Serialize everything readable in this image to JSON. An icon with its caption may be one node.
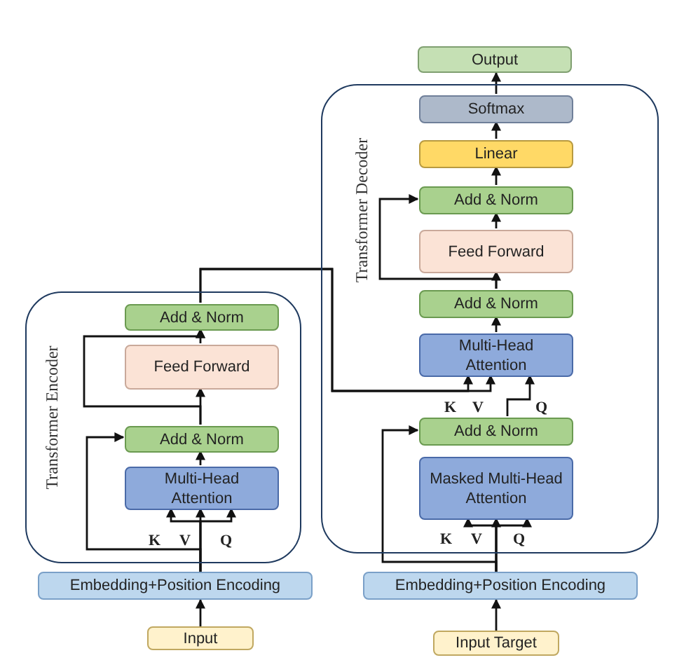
{
  "diagram": {
    "nodes": [
      {
        "text": [
          "Output"
        ]
      },
      {
        "text": [
          "Transformer Decoder"
        ]
      },
      {
        "text": [
          "Softmax"
        ],
        "in": 1
      },
      {
        "text": [
          "Linear"
        ],
        "in": 1
      },
      {
        "text": [
          "Add & Norm"
        ],
        "in": 1
      },
      {
        "text": [
          "Feed Forward"
        ],
        "in": 1
      },
      {
        "text": [
          "Add & Norm"
        ],
        "in": 1
      },
      {
        "text": [
          "Multi-Head Attention"
        ],
        "in": 1
      },
      {
        "text": [
          "Add & Norm"
        ],
        "in": 1
      },
      {
        "text": [
          "Masked Multi-Head Attention"
        ],
        "in": 1
      },
      {
        "text": [
          "Transformer Encoder"
        ]
      },
      {
        "text": [
          "Add & Norm"
        ],
        "in": 10
      },
      {
        "text": [
          "Feed Forward"
        ],
        "in": 10
      },
      {
        "text": [
          "Add & Norm"
        ],
        "in": 10
      },
      {
        "text": [
          "Multi-Head Attention"
        ],
        "in": 10
      },
      {
        "text": [
          "Embedding+Position Encoding"
        ]
      },
      {
        "text": [
          "Embedding+Position Encoding"
        ]
      },
      {
        "text": [
          "Input"
        ]
      },
      {
        "text": [
          "Input Target"
        ]
      }
    ],
    "edges": [
      {
        "from": 17,
        "to": 15,
        "arrow": "to"
      },
      {
        "from": 15,
        "to": 14,
        "arrow": "to"
      },
      {
        "from": 15,
        "to": 14,
        "arrow": "to"
      },
      {
        "from": 15,
        "to": 14,
        "arrow": "to"
      },
      {
        "from": 15,
        "to": 13,
        "arrow": "to"
      },
      {
        "from": 14,
        "to": 13,
        "arrow": "to"
      },
      {
        "from": 13,
        "to": 12,
        "arrow": "to"
      },
      {
        "from": 13,
        "to": 11,
        "arrow": "to"
      },
      {
        "from": 12,
        "to": 11,
        "arrow": "to"
      },
      {
        "from": 11,
        "to": 7,
        "arrow": "to"
      },
      {
        "from": 11,
        "to": 7,
        "arrow": "to"
      },
      {
        "from": 18,
        "to": 16,
        "arrow": "to"
      },
      {
        "from": 16,
        "to": 9,
        "arrow": "to"
      },
      {
        "from": 16,
        "to": 9,
        "arrow": "to"
      },
      {
        "from": 16,
        "to": 9,
        "arrow": "to"
      },
      {
        "from": 16,
        "to": 8,
        "arrow": "to"
      },
      {
        "from": 8,
        "to": 7,
        "arrow": "to"
      },
      {
        "from": 7,
        "to": 6,
        "arrow": "to"
      },
      {
        "from": 6,
        "to": 5,
        "arrow": "to"
      },
      {
        "from": 6,
        "to": 4,
        "arrow": "to"
      },
      {
        "from": 5,
        "to": 4,
        "arrow": "to"
      },
      {
        "from": 4,
        "to": 3,
        "arrow": "to"
      },
      {
        "from": 3,
        "to": 2,
        "arrow": "to"
      },
      {
        "from": 2,
        "to": 0,
        "arrow": "to"
      }
    ],
    "labels": [
      "K",
      "V",
      "Q",
      "K",
      "V",
      "Q",
      "K",
      "V",
      "Q"
    ]
  }
}
